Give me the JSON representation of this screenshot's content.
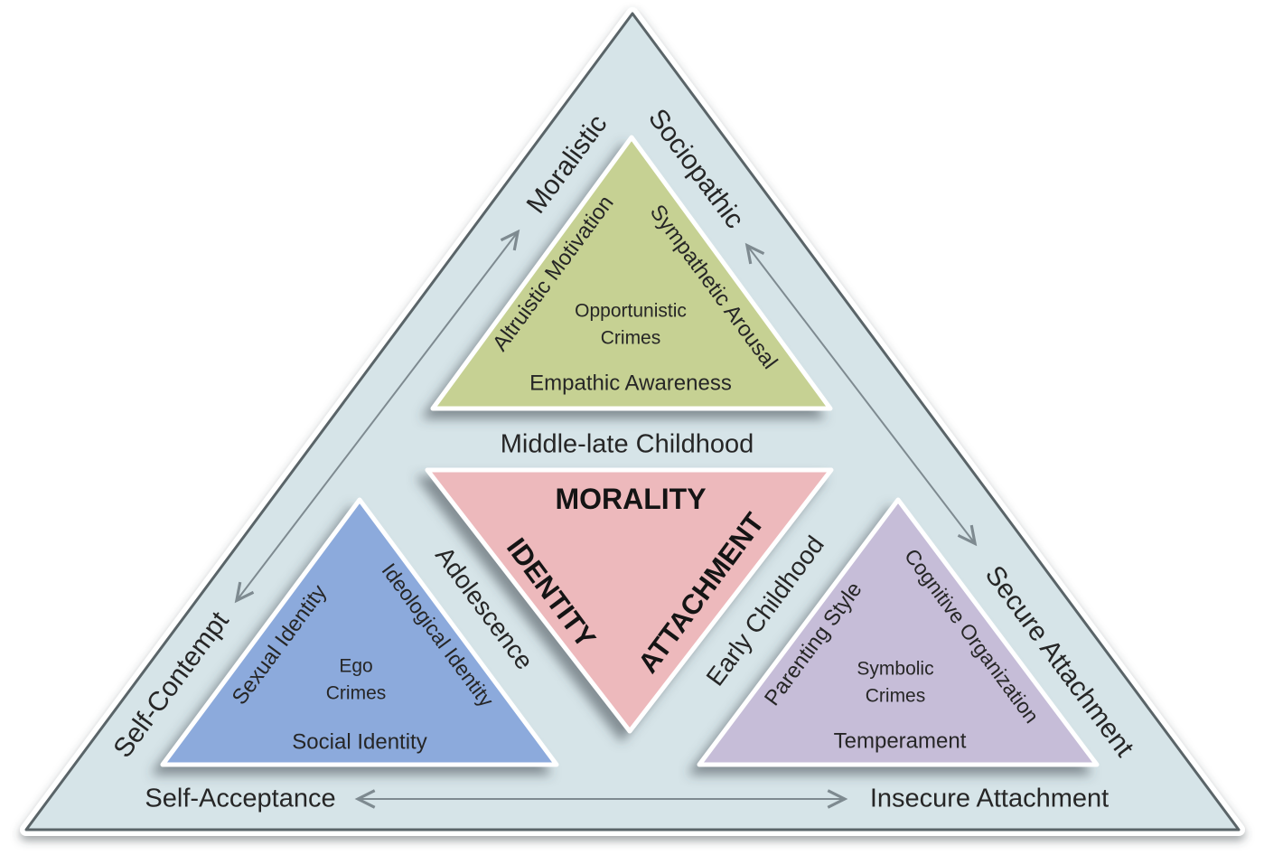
{
  "colors": {
    "page_background": "#ffffff",
    "outer_fill": "#d6e4e8",
    "outer_border": "#5a6468",
    "morality_fill": "#c6d193",
    "core_fill": "#edb9bc",
    "identity_fill": "#8caadc",
    "attachment_fill": "#c6bdd8",
    "arrow": "#7e8a90",
    "text": "#262626"
  },
  "outer": {
    "top_left_edge": "Moralistic",
    "top_right_edge": "Sociopathic",
    "lower_left_edge": "Self-Contempt",
    "lower_right_edge": "Secure Attachment",
    "bottom_left": "Self-Acceptance",
    "bottom_right": "Insecure Attachment"
  },
  "core": {
    "top": "MORALITY",
    "left": "IDENTITY",
    "right": "ATTACHMENT"
  },
  "stages": {
    "top": "Middle-late Childhood",
    "left": "Adolescence",
    "right": "Early Childhood"
  },
  "domains": {
    "morality": {
      "left_edge": "Altruistic Motivation",
      "right_edge": "Sympathetic Arousal",
      "crime_line1": "Opportunistic",
      "crime_line2": "Crimes",
      "base": "Empathic Awareness"
    },
    "identity": {
      "left_edge": "Sexual Identity",
      "right_edge": "Ideological Identity",
      "crime_line1": "Ego",
      "crime_line2": "Crimes",
      "base": "Social Identity"
    },
    "attachment": {
      "left_edge": "Parenting Style",
      "right_edge": "Cognitive Organization",
      "crime_line1": "Symbolic",
      "crime_line2": "Crimes",
      "base": "Temperament"
    }
  }
}
